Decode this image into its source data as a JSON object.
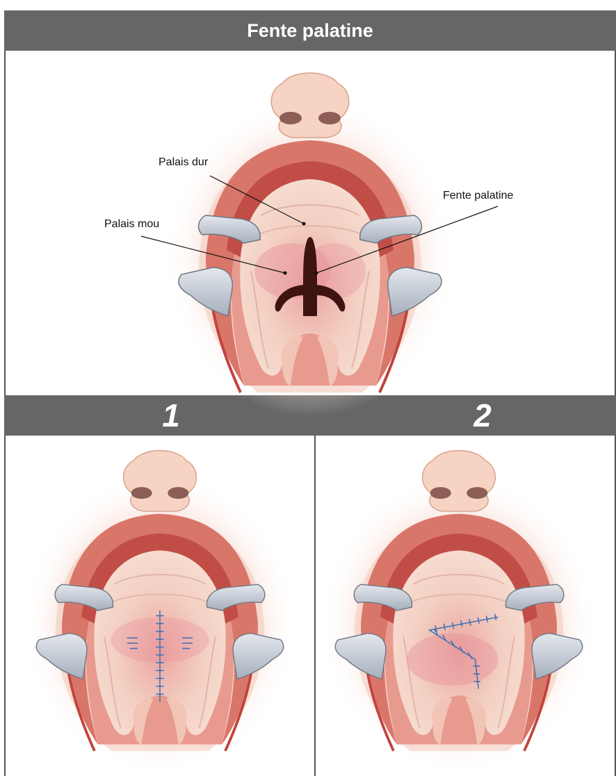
{
  "title": "Fente palatine",
  "steps": [
    "1",
    "2"
  ],
  "labels": {
    "hard_palate": "Palais dur",
    "soft_palate": "Palais mou",
    "cleft": "Fente palatine"
  }
}
